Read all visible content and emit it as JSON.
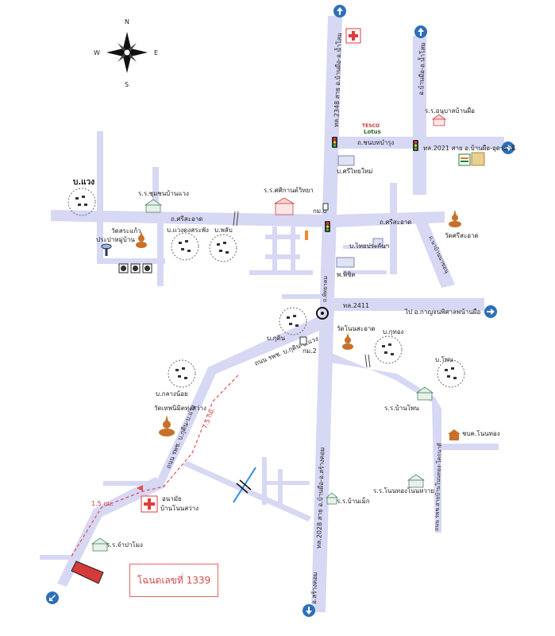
{
  "compass": {
    "n": "N",
    "s": "S",
    "e": "E",
    "w": "W"
  },
  "roads": {
    "main_north_top": "ทล.2348 สาย อ.บ้านผือ-อ.น้ำโสม",
    "main_south": "ทล.2028 สาย อ.บ้านผือ-อ.สร้างคอม",
    "south_bottom": "อ.สร้างคอม",
    "right_north": "อ.บ้านผือ-อ.น้ำโสม",
    "chonbot": "ถ.ชนบทบำรุง",
    "hw2021": "ทล.2021 สาย อ.บ้านผือ-อุดรธานี",
    "srisaat_west": "ถ.ศรีสะอาด",
    "srisaat_east": "ถ.ศรีสะอาด",
    "hw2411": "ทล.2411",
    "to_phanna": "ไป อ.กาญจนพิศาลพน้านผือ",
    "kudin_road": "ถนน รพช. บ.กุดิน-บ.แวง",
    "pittayakom": "ถ.พิทยาคม",
    "km0": "กม.0",
    "km2": "กม.2",
    "side_road": "ถ.นาบ้านนาข่อนุ",
    "nonsawang_road": "ถนน รพช. บ.กุดิน-บ.แวง",
    "rural_right": "ถนน รพช.สายบ้านโนนทอง-โคกนาดี",
    "dist_75": "7.5 กม.",
    "dist_15": "1.5 กม."
  },
  "places": {
    "ban_waeng": "บ.แวง",
    "school_waeng": "ร.ร.ชุมชนบ้านแวง",
    "wat_srakaeo": "วัดสระแก้ว",
    "prapa": "ประปาหมู่บ้าน",
    "ban_waengdong": "บ.แวงดงสระพัง",
    "ban_phaboi": "บ.พลับ",
    "sila_school": "ร.ร.ศศิกานต์วิทยา",
    "tesco": "TESCO",
    "lotus": "Lotus",
    "sritai": "บ.ศรีไทยใหม่",
    "hospital_private": "ร.ร.อนุบาลบ้านผือ",
    "thai_prakan": "บ.ไทยประกันฯ",
    "phichit": "พ.พิชิต",
    "wat_srisaat": "วัดศรีสะอาด",
    "ban_kudin": "บ.กุดิน",
    "wat_nonsaat": "วัดโนนสะอาด",
    "ban_kuthong": "บ.กุทอง",
    "ban_phon": "บ.โพน",
    "ban_klangnoi": "บ.กลางน้อย",
    "wat_thep": "วัดเทพนิมิตทุ่งสว่าง",
    "school_phon": "ร.ร.บ้านโพน",
    "nonthong_temple": "ชบค.โนนทอง",
    "school_nonthong": "ร.ร.โนนทองโนนหวาย",
    "school_banmak": "ร.ร.บ้านเม็ก",
    "health_center": "อนามัย",
    "health_center_2": "บ้านโนนสว่าง",
    "school_japamong": "ร.ร.จำปาโมง"
  },
  "deed_label": "โฉนดเลขที่ 1339",
  "colors": {
    "road": "#d6d8f4",
    "arrow_blue": "#2d6fb8",
    "red_dash": "#e05050",
    "land_plot": "#d43a3a",
    "hospital_red": "#e23b3b"
  }
}
